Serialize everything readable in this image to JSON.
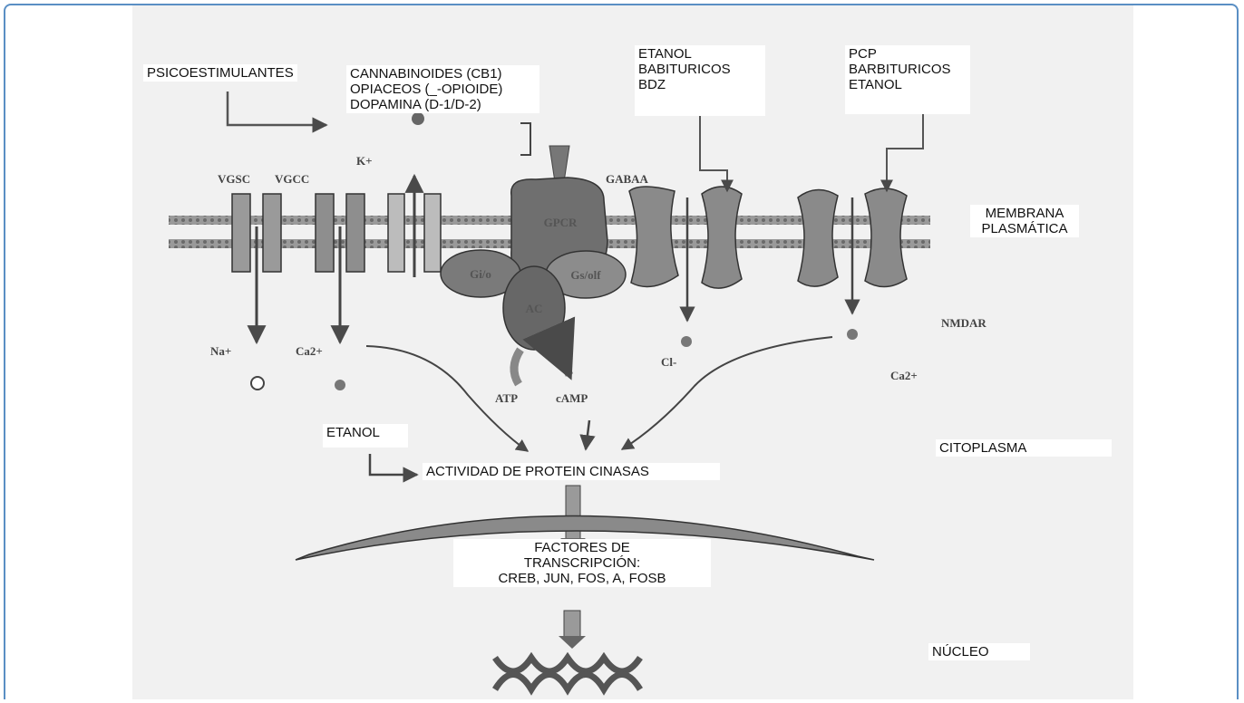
{
  "labels": {
    "psicoestimulantes": "PSICOESTIMULANTES",
    "receptors": "CANNABINOIDES (CB1)\nOPIACEOS (_-OPIOIDE)\nDOPAMINA (D-1/D-2)",
    "gaba_drugs": "ETANOL\nBABITURICOS\nBDZ",
    "nmda_drugs": "PCP\nBARBITURICOS\nETANOL",
    "membrana": "MEMBRANA\nPLASMÁTICA",
    "etanol": "ETANOL",
    "kinases": "ACTIVIDAD DE PROTEIN CINASAS",
    "citoplasma": "CITOPLASMA",
    "factores": "FACTORES DE\nTRANSCRIPCIÓN:\nCREB, JUN, FOS, A, FOSB",
    "nucleo": "NÚCLEO"
  },
  "scan_labels": {
    "vgsc": "VGSC",
    "vgcc": "VGCC",
    "k": "K+",
    "gabaa": "GABAA",
    "na": "Na+",
    "ca_left": "Ca2+",
    "cl": "Cl-",
    "nmdar": "NMDAR",
    "ca_right": "Ca2+",
    "atp": "ATP",
    "camp": "cAMP",
    "gpcr": "GPCR",
    "gio": "Gi/o",
    "gsolf": "Gs/olf",
    "ac": "AC"
  }
}
